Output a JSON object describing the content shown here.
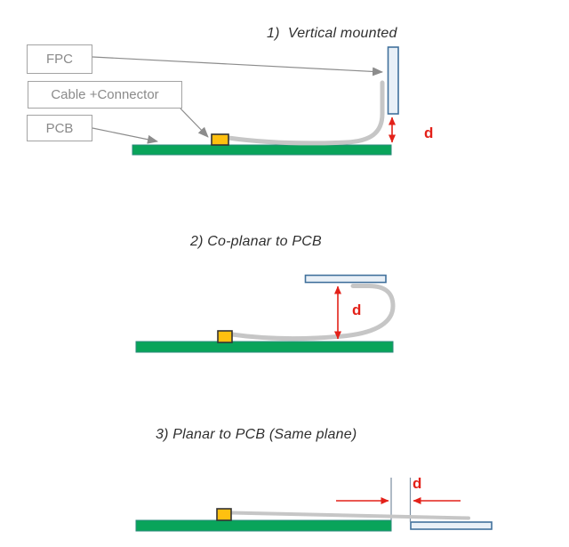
{
  "page": {
    "background": "#FFFFFF"
  },
  "palette": {
    "pcb_green": "#09A45A",
    "pcb_green_border": "#2A8A7A",
    "connector_yellow": "#FFC010",
    "connector_border": "#333333",
    "fpc_fill": "#E9F0F7",
    "fpc_border": "#41719C",
    "cable_gray": "#C6C6C6",
    "leader_gray": "#8C8C8C",
    "callout_border": "#A3A3A3",
    "callout_text": "#8A8A8A",
    "dimension_red": "#E32119",
    "title_text": "#2F2F2F",
    "guide_line": "#7A8DA0"
  },
  "callouts": [
    {
      "label": "FPC"
    },
    {
      "label": "Cable +Connector"
    },
    {
      "label": "PCB"
    }
  ],
  "sections": [
    {
      "title": "1)  Vertical mounted",
      "dimension_label": "d"
    },
    {
      "title": "2) Co-planar to PCB",
      "dimension_label": "d"
    },
    {
      "title": "3) Planar to PCB (Same plane)",
      "dimension_label": "d"
    }
  ]
}
